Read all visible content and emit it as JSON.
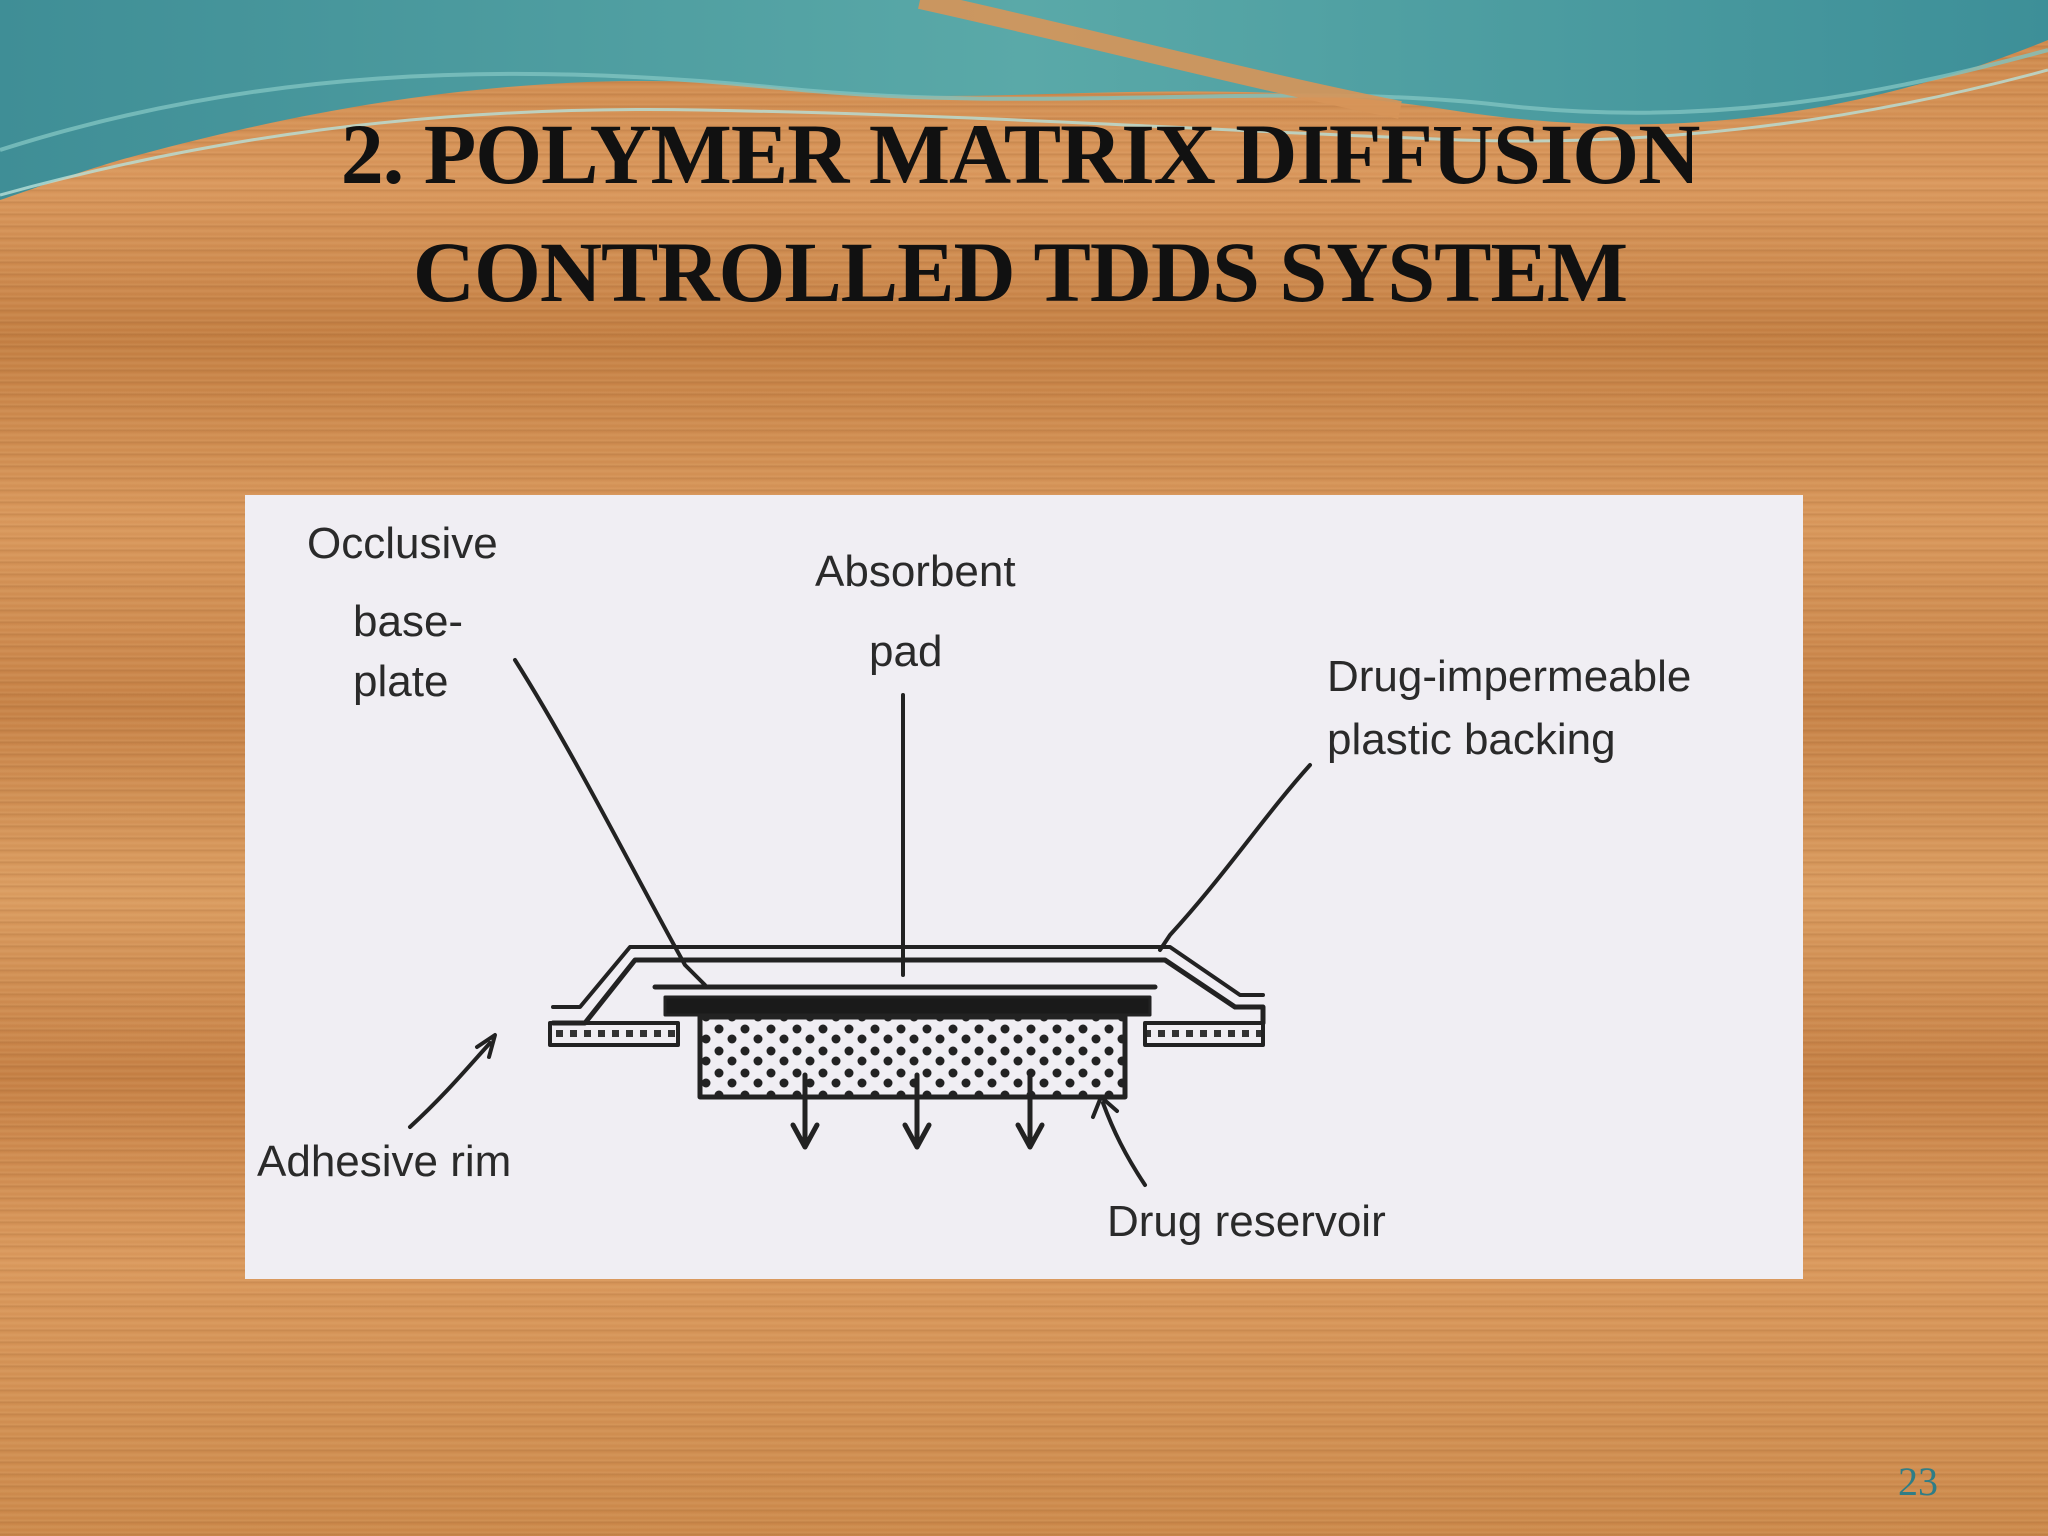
{
  "slide": {
    "title_line1": "2. POLYMER MATRIX DIFFUSION",
    "title_line2": "CONTROLLED TDDS SYSTEM",
    "page_number": "23"
  },
  "diagram": {
    "labels": {
      "occlusive_line1": "Occlusive",
      "occlusive_line2": "base-",
      "occlusive_line3": "plate",
      "absorbent_line1": "Absorbent",
      "absorbent_line2": "pad",
      "backing_line1": "Drug-impermeable",
      "backing_line2": "plastic backing",
      "adhesive": "Adhesive rim",
      "reservoir": "Drug reservoir"
    }
  },
  "colors": {
    "wood": "#c98346",
    "teal_wave": "#4aa0a6",
    "title_text": "#111111",
    "page_number": "#2f7d86",
    "figure_bg": "#f0eef3"
  }
}
